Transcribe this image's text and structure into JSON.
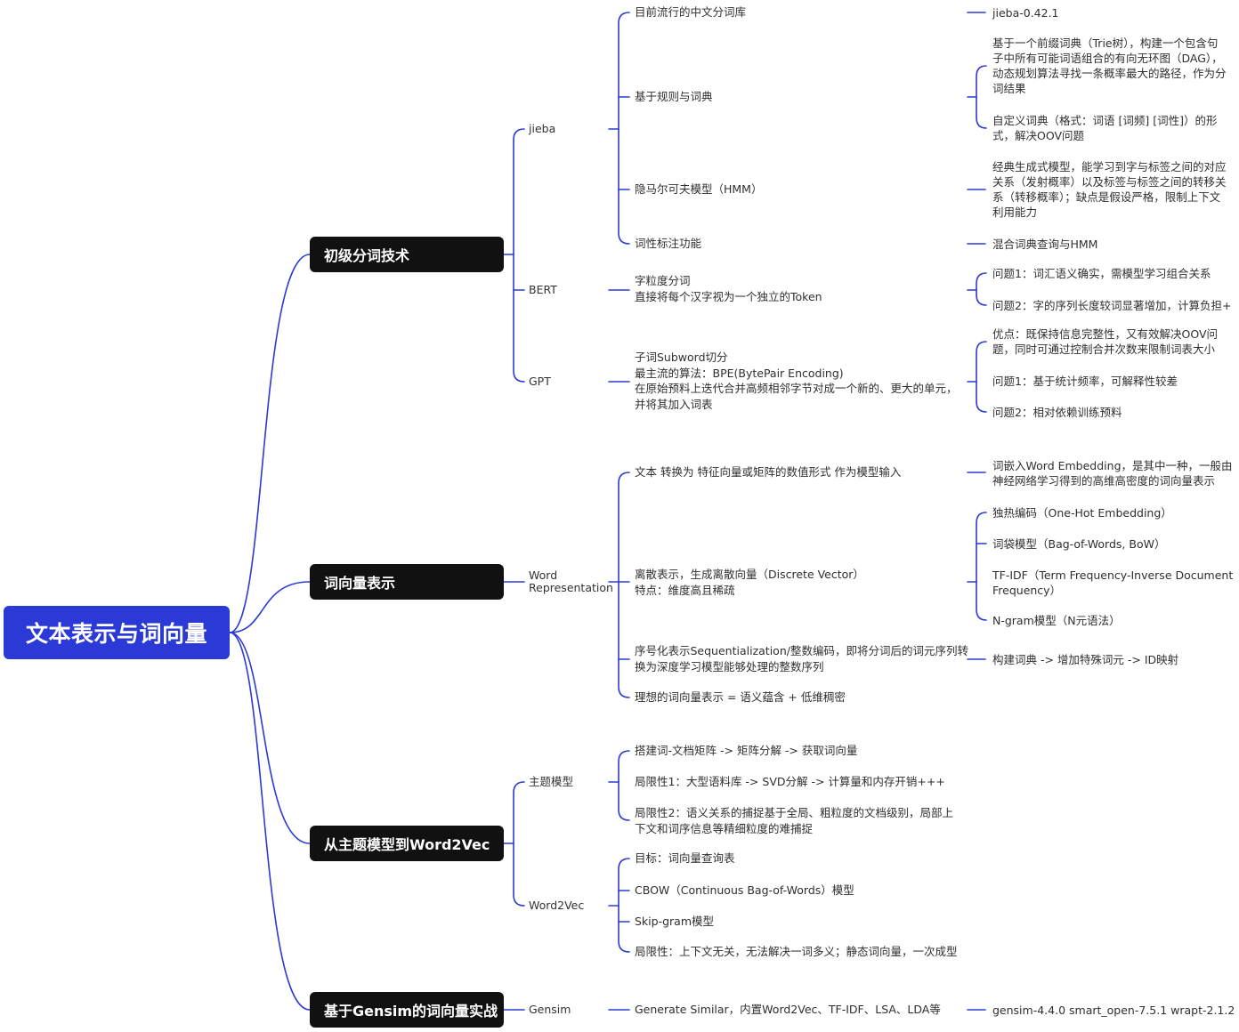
{
  "root": {
    "label": "文本表示与词向量"
  },
  "sections": {
    "tokenization": {
      "title": "初级分词技术",
      "jieba": {
        "label": "jieba",
        "mainstream": {
          "label": "目前流行的中文分词库",
          "note": "jieba-0.42.1"
        },
        "rule_dict": {
          "label": "基于规则与词典",
          "note1": [
            "基于一个前缀词典（Trie树），构建一个包含句",
            "子中所有可能词语组合的有向无环图（DAG），",
            "动态规划算法寻找一条概率最大的路径，作为分",
            "词结果"
          ],
          "note2": [
            "自定义词典（格式：词语 [词频] [词性]）的形",
            "式，解决OOV问题"
          ]
        },
        "hmm": {
          "label": "隐马尔可夫模型（HMM）",
          "note": [
            "经典生成式模型，能学习到字与标签之间的对应",
            "关系（发射概率）以及标签与标签之间的转移关",
            "系（转移概率）；缺点是假设严格，限制上下文",
            "利用能力"
          ]
        },
        "pos": {
          "label": "词性标注功能",
          "note": "混合词典查询与HMM"
        }
      },
      "bert": {
        "label": "BERT",
        "item": [
          "字粒度分词",
          "直接将每个汉字视为一个独立的Token"
        ],
        "issue1": "问题1：词汇语义确实，需模型学习组合关系",
        "issue2": "问题2：字的序列长度较词显著增加，计算负担+"
      },
      "gpt": {
        "label": "GPT",
        "item": [
          "子词Subword切分",
          "最主流的算法：BPE(BytePair Encoding)",
          "在原始预料上迭代合并高频相邻字节对成一个新的、更大的单元，",
          "并将其加入词表"
        ],
        "pro": [
          "优点：既保持信息完整性，又有效解决OOV问",
          "题，同时可通过控制合并次数来限制词表大小"
        ],
        "issue1": "问题1：基于统计频率，可解释性较差",
        "issue2": "问题2：相对依赖训练预料"
      }
    },
    "word_vectors": {
      "title": "词向量表示",
      "word_rep": {
        "label": [
          "Word",
          "Representation"
        ],
        "convert": {
          "label": "文本 转换为 特征向量或矩阵的数值形式 作为模型输入",
          "note": [
            "词嵌入Word Embedding，是其中一种，一般由",
            "神经网络学习得到的高维高密度的词向量表示"
          ]
        },
        "discrete": {
          "label": [
            "离散表示，生成离散向量（Discrete Vector）",
            "特点：维度高且稀疏"
          ],
          "onehot": "独热编码（One-Hot Embedding）",
          "bow": "词袋模型（Bag-of-Words, BoW）",
          "tfidf": [
            "TF-IDF（Term Frequency-Inverse Document",
            "Frequency）"
          ],
          "ngram": "N-gram模型（N元语法）"
        },
        "sequential": {
          "label": [
            "序号化表示Sequentialization/整数编码，即将分词后的词元序列转",
            "换为深度学习模型能够处理的整数序列"
          ],
          "note": "构建词典 -> 增加特殊词元 -> ID映射"
        },
        "ideal": "理想的词向量表示 = 语义蕴含 + 低维稠密"
      }
    },
    "topic_w2v": {
      "title": "从主题模型到Word2Vec",
      "topic": {
        "label": "主题模型",
        "i1": "搭建词-文档矩阵 -> 矩阵分解 -> 获取词向量",
        "i2": "局限性1：大型语料库 -> SVD分解 -> 计算量和内存开销+++",
        "i3": [
          "局限性2：语义关系的捕捉基于全局、粗粒度的文档级别，局部上",
          "下文和词序信息等精细粒度的难捕捉"
        ]
      },
      "w2v": {
        "label": "Word2Vec",
        "i1": "目标：词向量查询表",
        "i2": "CBOW（Continuous Bag-of-Words）模型",
        "i3": "Skip-gram模型",
        "i4": "局限性：上下文无关，无法解决一词多义；静态词向量，一次成型"
      }
    },
    "gensim": {
      "title": "基于Gensim的词向量实战",
      "label": "Gensim",
      "item": "Generate Similar，内置Word2Vec、TF-IDF、LSA、LDA等",
      "note": "gensim-4.4.0 smart_open-7.5.1 wrapt-2.1.2"
    }
  },
  "colors": {
    "root": "#2b3ad6",
    "main": "#111111",
    "links": "#2b3ad6"
  }
}
